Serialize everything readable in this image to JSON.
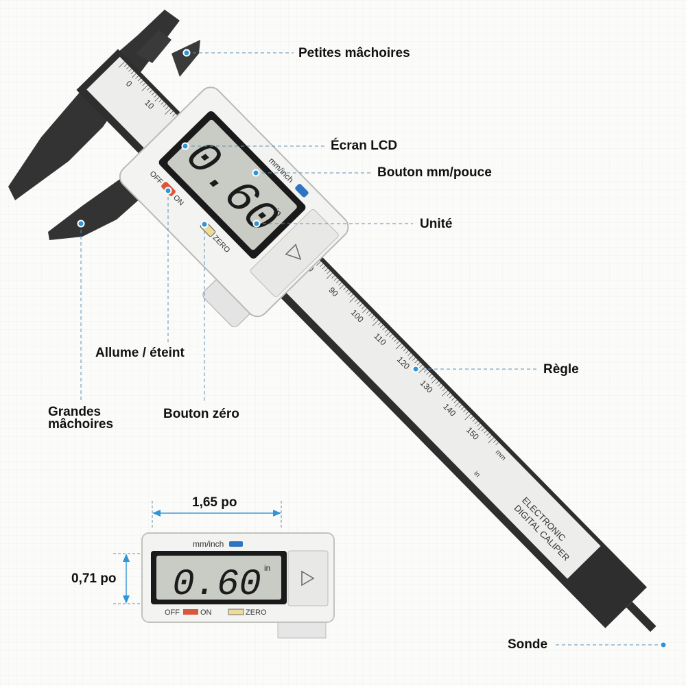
{
  "labels": {
    "small_jaws": "Petites mâchoires",
    "lcd_screen": "Écran LCD",
    "unit_button": "Bouton mm/pouce",
    "unit": "Unité",
    "power": "Allume / éteint",
    "zero_button": "Bouton zéro",
    "large_jaws_line1": "Grandes",
    "large_jaws_line2": "mâchoires",
    "ruler": "Règle",
    "probe": "Sonde"
  },
  "device": {
    "unit_toggle_label": "mm/inch",
    "reading": "0.60",
    "unit": "in",
    "off_label": "OFF",
    "on_label": "ON",
    "zero_label": "ZERO",
    "brand_line1": "ELECTRONIC",
    "brand_line2": "DIGITAL CALIPER",
    "ruler_numbers": [
      "0",
      "90",
      "100",
      "110",
      "120",
      "130",
      "140",
      "150"
    ],
    "jaw_ruler_numbers": [
      "0",
      "10"
    ],
    "scale_mm": "mm",
    "scale_in": "in"
  },
  "dimensions": {
    "width": "1,65 po",
    "height": "0,71 po"
  },
  "colors": {
    "leader": "#5d8fb3",
    "dot": "#2f95d6",
    "power_button": "#d9583c",
    "zero_button": "#eedb9a",
    "unit_button": "#2f74c0",
    "lcd": "#c9ccc4",
    "body": "#2e2e2e"
  }
}
